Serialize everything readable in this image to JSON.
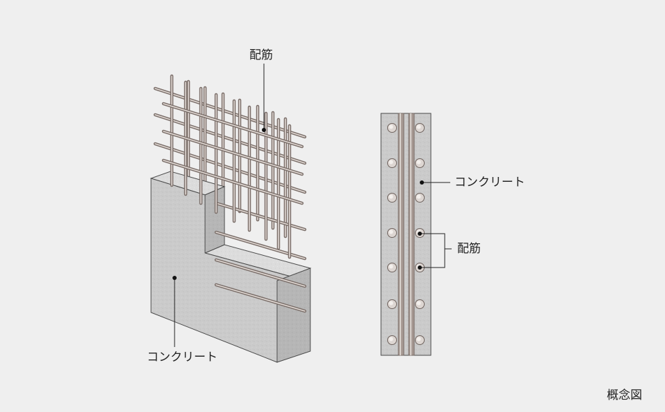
{
  "labels": {
    "rebar_top": "配筋",
    "concrete_left": "コンクリート",
    "concrete_right": "コンクリート",
    "rebar_right": "配筋",
    "caption": "概念図"
  },
  "colors": {
    "background": "#efefef",
    "concrete_front": "#c9c9c9",
    "concrete_side": "#b3b3b3",
    "concrete_top": "#dadada",
    "rebar": "#a59892",
    "rebar_highlight": "#e8e2de",
    "outline": "#4a4a4a",
    "leader": "#222222"
  }
}
